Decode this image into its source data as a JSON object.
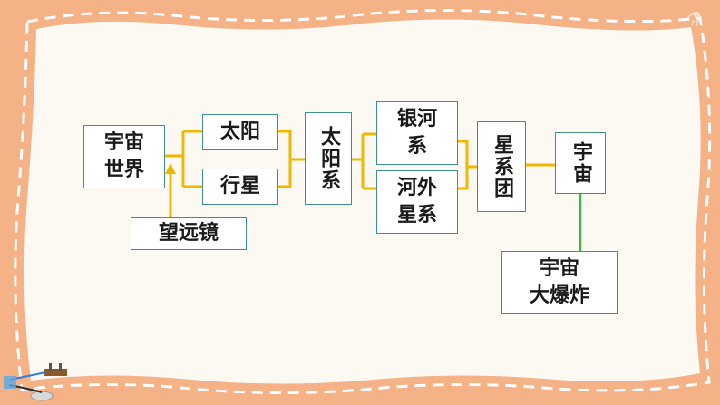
{
  "colors": {
    "background": "#f4b286",
    "panel": "#fcf9f3",
    "dash": "#ffffff",
    "connector": "#f0b800",
    "connector_green": "#39b54a",
    "box_border": "#3f8f8a"
  },
  "nodes": {
    "universe_world": "宇宙\n世界",
    "sun": "太阳",
    "planets": "行星",
    "solar_system": "太阳系",
    "milky_way": "银河\n系",
    "extragalactic": "河外\n星系",
    "galaxy_cluster": "星系团",
    "universe": "宇宙",
    "telescope": "望远镜",
    "big_bang": "宇宙\n大爆炸"
  },
  "decor": {
    "corner_icon": "flask-icon",
    "bottom_left_icon": "lab-switch-icon"
  }
}
